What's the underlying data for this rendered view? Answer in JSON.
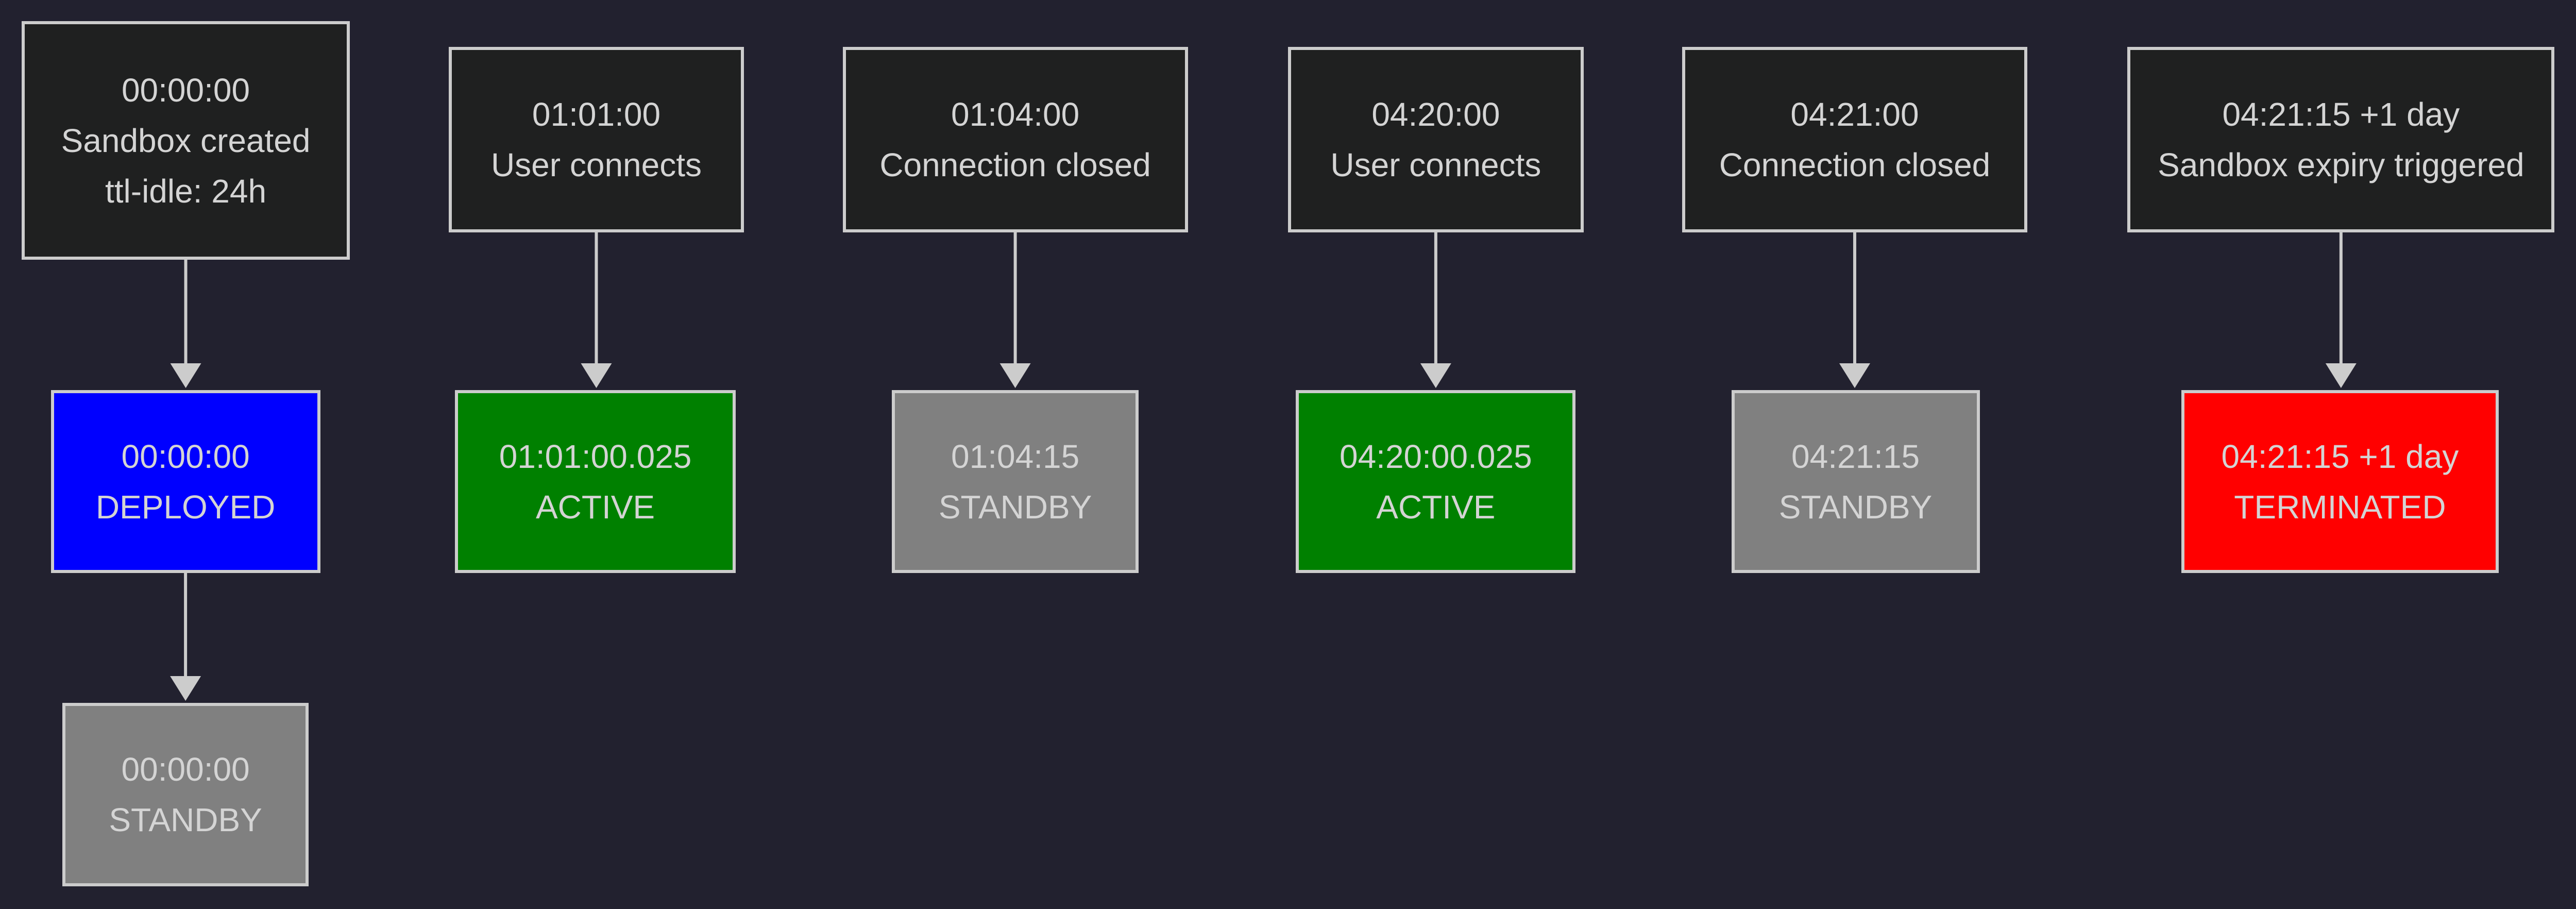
{
  "colors": {
    "background": "#22212f",
    "event": "#1f2020",
    "deployed": "#0000ff",
    "active": "#008000",
    "standby": "#808080",
    "terminated": "#ff0000",
    "border": "#cccccc",
    "text": "#d4d4d4"
  },
  "events": [
    {
      "time": "00:00:00",
      "label": "Sandbox created",
      "extra": "ttl-idle: 24h"
    },
    {
      "time": "01:01:00",
      "label": "User connects"
    },
    {
      "time": "01:04:00",
      "label": "Connection closed"
    },
    {
      "time": "04:20:00",
      "label": "User connects"
    },
    {
      "time": "04:21:00",
      "label": "Connection closed"
    },
    {
      "time": "04:21:15 +1 day",
      "label": "Sandbox expiry triggered"
    }
  ],
  "states": [
    {
      "time": "00:00:00",
      "state": "DEPLOYED",
      "kind": "deployed"
    },
    {
      "time": "01:01:00.025",
      "state": "ACTIVE",
      "kind": "active"
    },
    {
      "time": "01:04:15",
      "state": "STANDBY",
      "kind": "standby"
    },
    {
      "time": "04:20:00.025",
      "state": "ACTIVE",
      "kind": "active"
    },
    {
      "time": "04:21:15",
      "state": "STANDBY",
      "kind": "standby"
    },
    {
      "time": "04:21:15 +1 day",
      "state": "TERMINATED",
      "kind": "terminated"
    },
    {
      "time": "00:00:00",
      "state": "STANDBY",
      "kind": "standby"
    }
  ]
}
